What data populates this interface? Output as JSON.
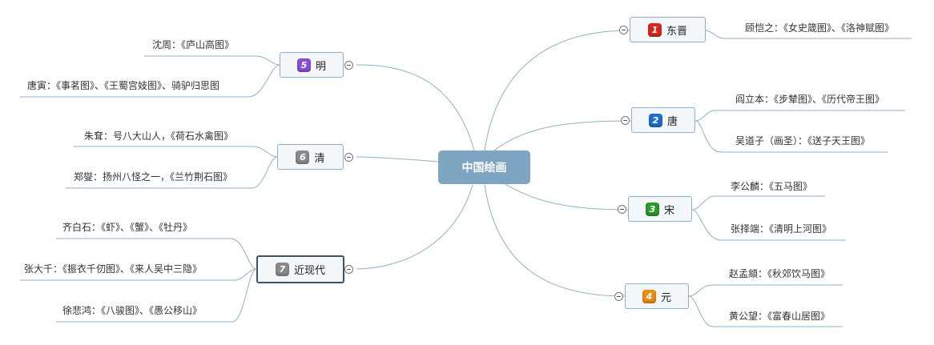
{
  "center": {
    "label": "中国绘画"
  },
  "branches": {
    "dongjin": {
      "number": "1",
      "label": "东晋",
      "color": "#d8261f",
      "leaves": [
        "顾恺之：《女史箴图》、《洛神赋图》"
      ]
    },
    "tang": {
      "number": "2",
      "label": "唐",
      "color": "#1e6fd0",
      "leaves": [
        "阎立本：《步辇图》、《历代帝王图》",
        "吴道子（画圣）：《送子天王图》"
      ]
    },
    "song": {
      "number": "3",
      "label": "宋",
      "color": "#2a9a2a",
      "leaves": [
        "李公麟：《五马图》",
        "张择端：《清明上河图》"
      ]
    },
    "yuan": {
      "number": "4",
      "label": "元",
      "color": "#ef8a17",
      "leaves": [
        "赵孟頫：《秋郊饮马图》",
        "黄公望：《富春山居图》"
      ]
    },
    "ming": {
      "number": "5",
      "label": "明",
      "color": "#8a4fd6",
      "leaves": [
        "沈周：《庐山高图》",
        "唐寅：《事茗图》、《王蜀宫妓图》、骑驴归思图"
      ]
    },
    "qing": {
      "number": "6",
      "label": "清",
      "color": "#8a8a8a",
      "leaves": [
        "朱耷：号八大山人，《荷石水禽图》",
        "郑燮：扬州八怪之一，《兰竹荆石图》"
      ]
    },
    "modern": {
      "number": "7",
      "label": "近现代",
      "color": "#8a8a8a",
      "leaves": [
        "齐白石：《虾》、《蟹》、《牡丹》",
        "张大千：《振衣千仞图》、《来人吴中三隐》",
        "徐悲鸿：《八骏图》、《愚公移山》"
      ]
    }
  }
}
